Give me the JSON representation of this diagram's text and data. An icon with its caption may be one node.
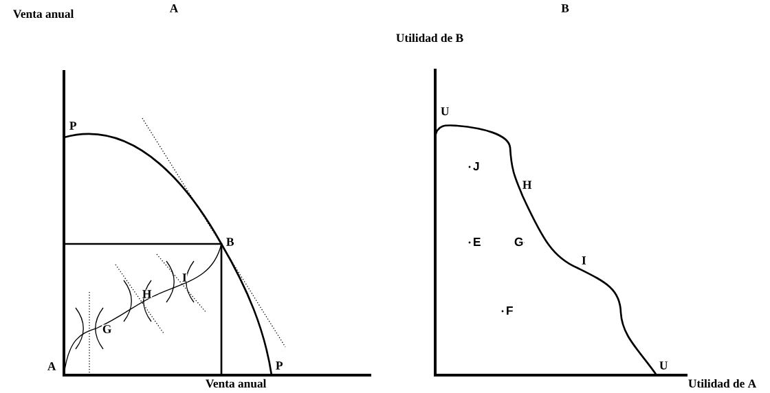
{
  "diagram": {
    "labels": [
      "A",
      "B",
      "Venta anual",
      "Utilidad de B",
      "P",
      "U",
      "J",
      "H",
      "B",
      "E",
      "G",
      "I",
      "I",
      "H",
      "F",
      "G",
      "A",
      "P",
      "U",
      "Venta anual",
      "Utilidad de A"
    ]
  }
}
